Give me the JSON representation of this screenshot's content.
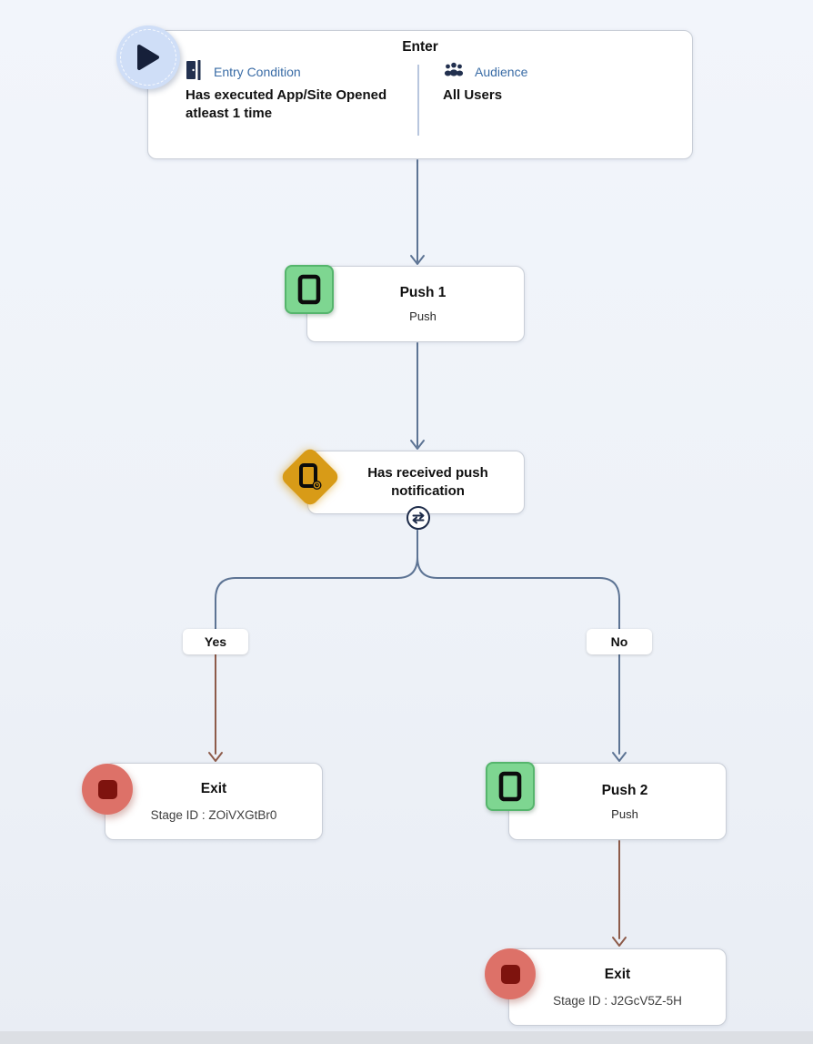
{
  "colors": {
    "wire-blue": "#5d7494",
    "wire-brown": "#8d5b4a",
    "link-blue": "#3a6ca6",
    "navy": "#22304f",
    "green-bg": "#7ed691",
    "green-border": "#55b56c",
    "gold": "#d89b17",
    "exit-red": "#dd7168",
    "exit-red-dark": "#7e130e",
    "play-bg": "#cfdef7"
  },
  "nodes": {
    "enter": {
      "title": "Enter",
      "entry_condition_label": "Entry Condition",
      "entry_condition_value": "Has executed App/Site Opened atleast 1 time",
      "audience_label": "Audience",
      "audience_value": "All Users"
    },
    "push1": {
      "title": "Push 1",
      "subtitle": "Push"
    },
    "condition": {
      "title": "Has received push notification"
    },
    "branch": {
      "yes": "Yes",
      "no": "No"
    },
    "exit1": {
      "title": "Exit",
      "stage_id": "Stage ID : ZOiVXGtBr0"
    },
    "push2": {
      "title": "Push 2",
      "subtitle": "Push"
    },
    "exit2": {
      "title": "Exit",
      "stage_id": "Stage ID : J2GcV5Z-5H"
    }
  }
}
